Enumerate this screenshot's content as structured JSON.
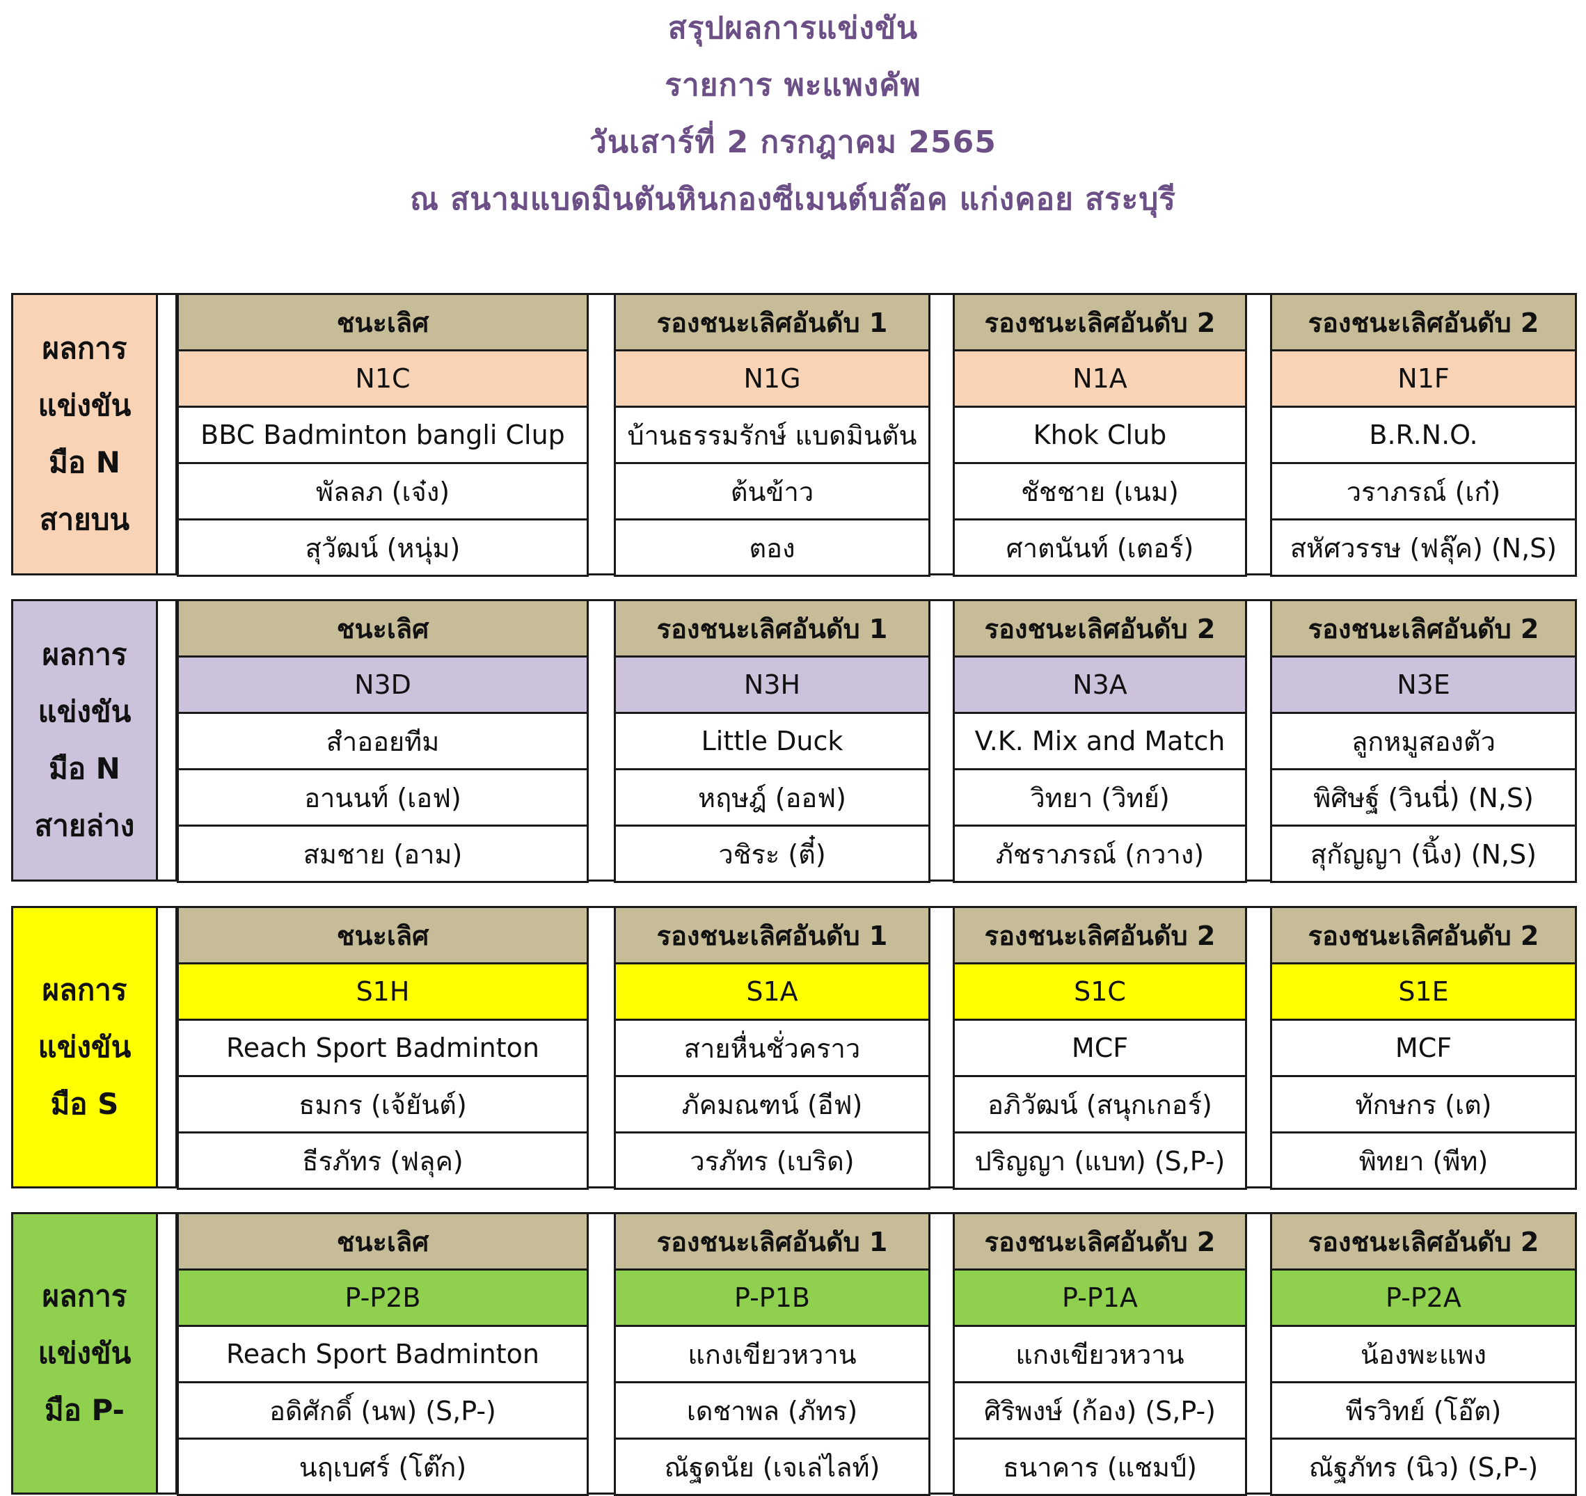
{
  "title": {
    "line1": "สรุปผลการแข่งขัน",
    "line2": "รายการ พะแพงคัพ",
    "line3": "วันเสาร์ที่ 2 กรกฎาคม 2565",
    "line4": "ณ สนามแบดมินตันหินกองซีเมนต์บล๊อค แก่งคอย สระบุรี"
  },
  "colors": {
    "title": "#6b4f86",
    "header_bg": "#c6bd98",
    "group1": "#f9d3b5",
    "group2": "#cdc2dc",
    "group3": "#ffff00",
    "group4": "#8fd14f"
  },
  "headers": [
    "ชนะเลิศ",
    "รองชนะเลิศอันดับ 1",
    "รองชนะเลิศอันดับ 2",
    "รองชนะเลิศอันดับ 2"
  ],
  "groups": [
    {
      "label": "ผลการ\nแข่งขัน\nมือ N\nสายบน",
      "color": "#f9d3b5",
      "columns": [
        {
          "code": "N1C",
          "team": "BBC Badminton bangli Clup",
          "player1": "พัลลภ (เจ๋ง)",
          "player2": "สุวัฒน์ (หนุ่ม)"
        },
        {
          "code": "N1G",
          "team": "บ้านธรรมรักษ์ แบดมินตัน",
          "player1": "ต้นข้าว",
          "player2": "ตอง"
        },
        {
          "code": "N1A",
          "team": "Khok Club",
          "player1": "ชัชชาย (เนม)",
          "player2": "ศาตนันท์ (เตอร์)"
        },
        {
          "code": "N1F",
          "team": "B.R.N.O.",
          "player1": "วราภรณ์ (เก๋)",
          "player2": "สหัศวรรษ (ฟลุ๊ค) (N,S)"
        }
      ]
    },
    {
      "label": "ผลการ\nแข่งขัน\nมือ N\nสายล่าง",
      "color": "#cdc2dc",
      "columns": [
        {
          "code": "N3D",
          "team": "สำออยทีม",
          "player1": "อานนท์ (เอฟ)",
          "player2": "สมชาย (อาม)"
        },
        {
          "code": "N3H",
          "team": "Little Duck",
          "player1": "หฤษฎ์ (ออฟ)",
          "player2": "วชิระ (ตี๋)"
        },
        {
          "code": "N3A",
          "team": "V.K. Mix and Match",
          "player1": "วิทยา (วิทย์)",
          "player2": "ภัชราภรณ์ (กวาง)"
        },
        {
          "code": "N3E",
          "team": "ลูกหมูสองตัว",
          "player1": "พิศิษฐ์ (วินนี่) (N,S)",
          "player2": "สุกัญญา (นิ้ง) (N,S)"
        }
      ]
    },
    {
      "label": "ผลการ\nแข่งขัน\nมือ S",
      "color": "#ffff00",
      "columns": [
        {
          "code": "S1H",
          "team": "Reach Sport Badminton",
          "player1": "ธมกร (เจ้ยันต์)",
          "player2": "ธีรภัทร (ฟลุค)"
        },
        {
          "code": "S1A",
          "team": "สายหื่นชั่วคราว",
          "player1": "ภัคมณฑน์ (อีฟ)",
          "player2": "วรภัทร (เบริด)"
        },
        {
          "code": "S1C",
          "team": "MCF",
          "player1": "อภิวัฒน์ (สนุกเกอร์)",
          "player2": "ปริญญา (แบท) (S,P-)"
        },
        {
          "code": "S1E",
          "team": "MCF",
          "player1": "ทักษกร (เต)",
          "player2": "พิทยา (พีท)"
        }
      ]
    },
    {
      "label": "ผลการ\nแข่งขัน\nมือ P-",
      "color": "#8fd14f",
      "columns": [
        {
          "code": "P-P2B",
          "team": "Reach Sport Badminton",
          "player1": "อดิศักดิ์ (นพ) (S,P-)",
          "player2": "นฤเบศร์ (โต๊ก)"
        },
        {
          "code": "P-P1B",
          "team": "แกงเขียวหวาน",
          "player1": "เดชาพล (ภัทร)",
          "player2": "ณัฐดนัย (เจเล่ไลท์)"
        },
        {
          "code": "P-P1A",
          "team": "แกงเขียวหวาน",
          "player1": "ศิริพงษ์ (ก้อง) (S,P-)",
          "player2": "ธนาคาร (แชมป์)"
        },
        {
          "code": "P-P2A",
          "team": "น้องพะแพง",
          "player1": "พีรวิทย์ (โอ๊ต)",
          "player2": "ณัฐภัทร (นิว) (S,P-)"
        }
      ]
    }
  ]
}
